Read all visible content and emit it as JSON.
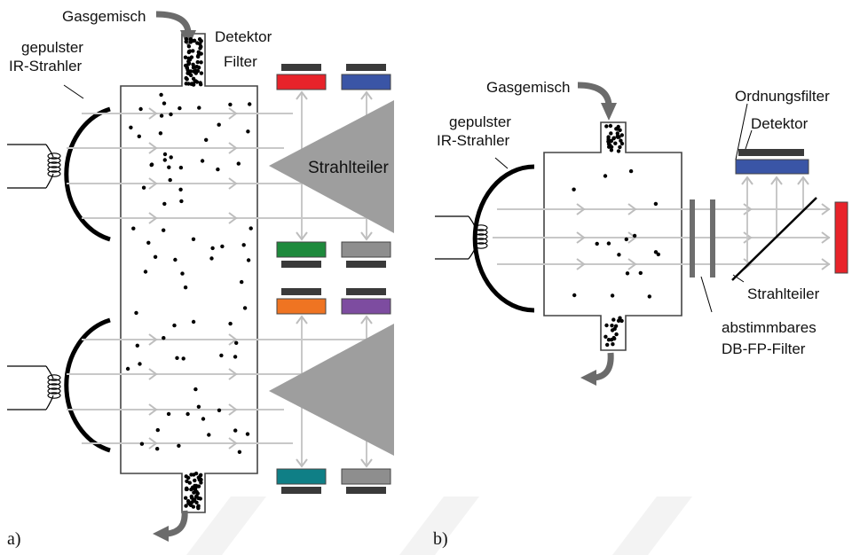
{
  "panel_a": {
    "label": "a)",
    "gas_label": "Gasgemisch",
    "source_label_line1": "gepulster",
    "source_label_line2": "IR-Strahler",
    "detector_label": "Detektor",
    "filter_label": "Filter",
    "splitter_label": "Strahlteiler",
    "filter_colors": {
      "top_left": "#e8232a",
      "top_right": "#3a55a6",
      "mid_left_lower": "#1e8a3c",
      "mid_right_lower": "#8e8e8e",
      "mid_left_upper": "#ef7422",
      "mid_right_upper": "#7d4ca0",
      "bottom_left": "#0f7f86",
      "bottom_right": "#8e8e8e"
    }
  },
  "panel_b": {
    "label": "b)",
    "gas_label": "Gasgemisch",
    "source_label_line1": "gepulster",
    "source_label_line2": "IR-Strahler",
    "order_filter_label": "Ordnungsfilter",
    "detector_label": "Detektor",
    "splitter_label": "Strahlteiler",
    "fp_label_line1": "abstimmbares",
    "fp_label_line2": "DB-FP-Filter",
    "filter_colors": {
      "order_filter": "#3a55a6",
      "end_detector": "#e8232a"
    }
  }
}
